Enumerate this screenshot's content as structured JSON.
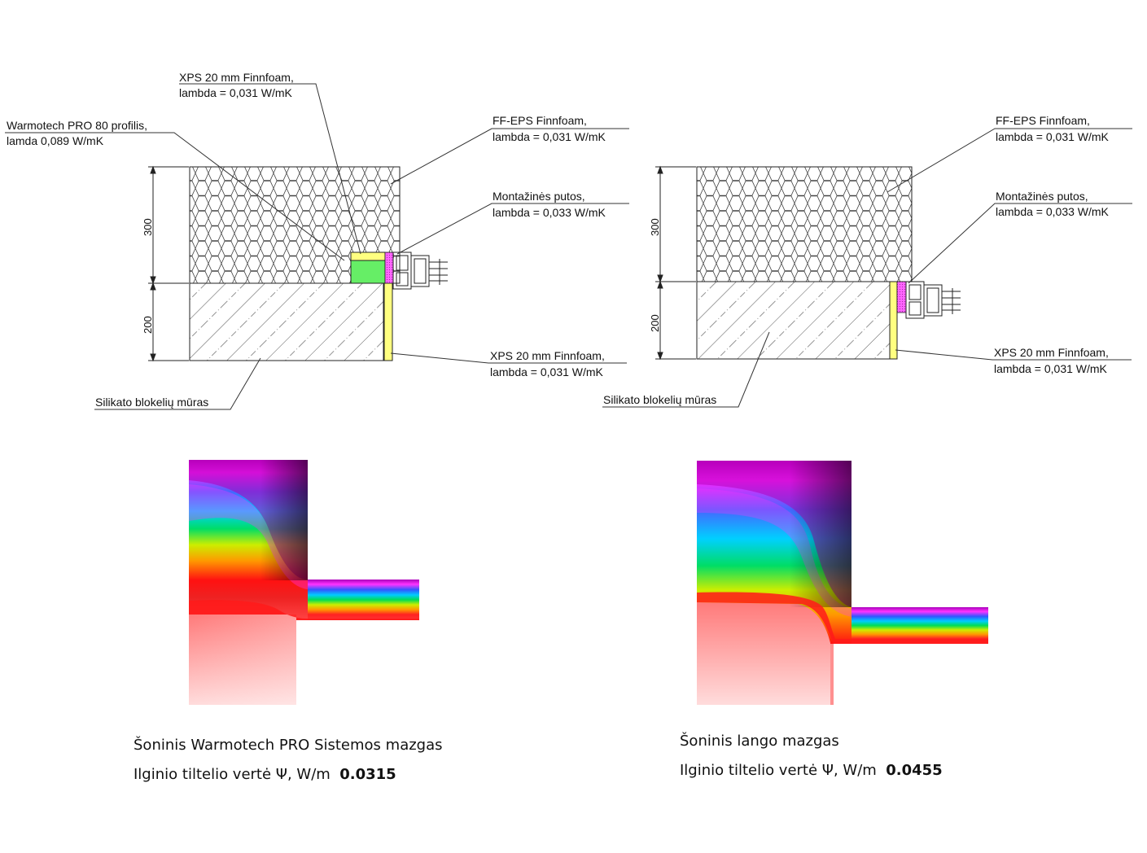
{
  "left_drawing": {
    "xps_top": [
      "XPS 20 mm Finnfoam,",
      "lambda = 0,031 W/mK"
    ],
    "warmotech": [
      "Warmotech PRO 80 profilis,",
      "lamda 0,089 W/mK"
    ],
    "ff_eps": [
      "FF-EPS Finnfoam,",
      "lambda = 0,031 W/mK"
    ],
    "foam": [
      "Montažinės putos,",
      "lambda = 0,033 W/mK"
    ],
    "xps_bottom": [
      "XPS 20 mm Finnfoam,",
      "lambda = 0,031 W/mK"
    ],
    "masonry": "Silikato blokelių mūras",
    "dim_upper": "300",
    "dim_lower": "200"
  },
  "right_drawing": {
    "ff_eps": [
      "FF-EPS Finnfoam,",
      "lambda = 0,031 W/mK"
    ],
    "foam": [
      "Montažinės putos,",
      "lambda = 0,033 W/mK"
    ],
    "xps_bottom": [
      "XPS 20 mm Finnfoam,",
      "lambda = 0,031 W/mK"
    ],
    "masonry": "Silikato blokelių mūras",
    "dim_upper": "300",
    "dim_lower": "200"
  },
  "captions": {
    "left_title": "Šoninis Warmotech PRO Sistemos mazgas",
    "left_value_label": "Ilginio tiltelio vertė Ψ, W/m",
    "left_value": "0.0315",
    "right_title": "Šoninis lango mazgas",
    "right_value_label": "Ilginio tiltelio vertė Ψ, W/m",
    "right_value": "0.0455"
  },
  "colors": {
    "xps": "#ffff80",
    "warmotech": "#66ee66",
    "foam": "#ff66ff"
  }
}
